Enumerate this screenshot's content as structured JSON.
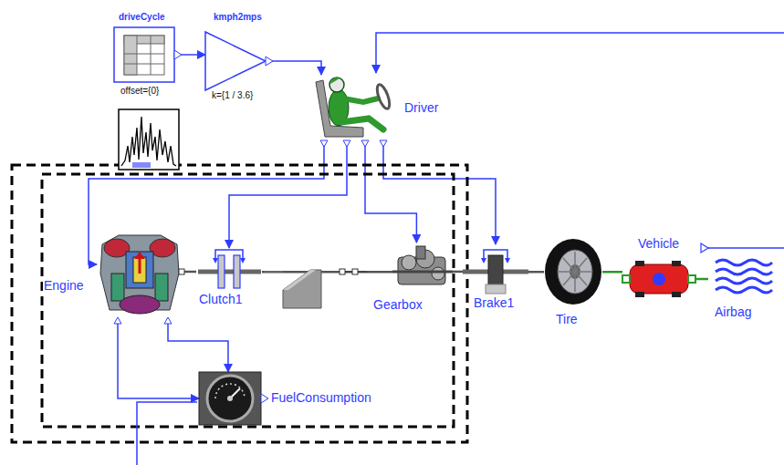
{
  "diagram": {
    "nodes": [
      {
        "text": [
          "driveCycle",
          "offset={0}"
        ]
      },
      {
        "text": [
          "kmph2mps",
          "k={1 / 3.6}"
        ]
      },
      {
        "text": [
          "Driver"
        ]
      },
      {
        "text": [
          "Engine"
        ]
      },
      {
        "text": [
          "Clutch1"
        ]
      },
      {
        "text": [
          "Gearbox"
        ]
      },
      {
        "text": [
          "Brake1"
        ]
      },
      {
        "text": [
          "Tire"
        ]
      },
      {
        "text": [
          "Vehicle"
        ]
      },
      {
        "text": [
          "Airbag"
        ]
      },
      {
        "text": [
          "FuelConsumption"
        ]
      }
    ],
    "edges": [
      {
        "from": 0,
        "to": 1,
        "arrow": "to"
      },
      {
        "from": 1,
        "to": 2,
        "arrow": "to"
      },
      {
        "from": 2,
        "to": 3,
        "arrow": "to"
      },
      {
        "from": 2,
        "to": 4,
        "arrow": "to"
      },
      {
        "from": 2,
        "to": 5,
        "arrow": "to"
      },
      {
        "from": 2,
        "to": 6,
        "arrow": "to"
      },
      {
        "from": 3,
        "to": 4,
        "arrow": "none"
      },
      {
        "from": 4,
        "to": 5,
        "arrow": "none"
      },
      {
        "from": 5,
        "to": 6,
        "arrow": "none"
      },
      {
        "from": 6,
        "to": 7,
        "arrow": "none"
      },
      {
        "from": 7,
        "to": 8,
        "arrow": "none"
      },
      {
        "from": 8,
        "to": 9,
        "arrow": "none"
      },
      {
        "from": 3,
        "to": 10,
        "arrow": "to"
      },
      {
        "from": 3,
        "to": 10,
        "arrow": "to"
      }
    ]
  }
}
